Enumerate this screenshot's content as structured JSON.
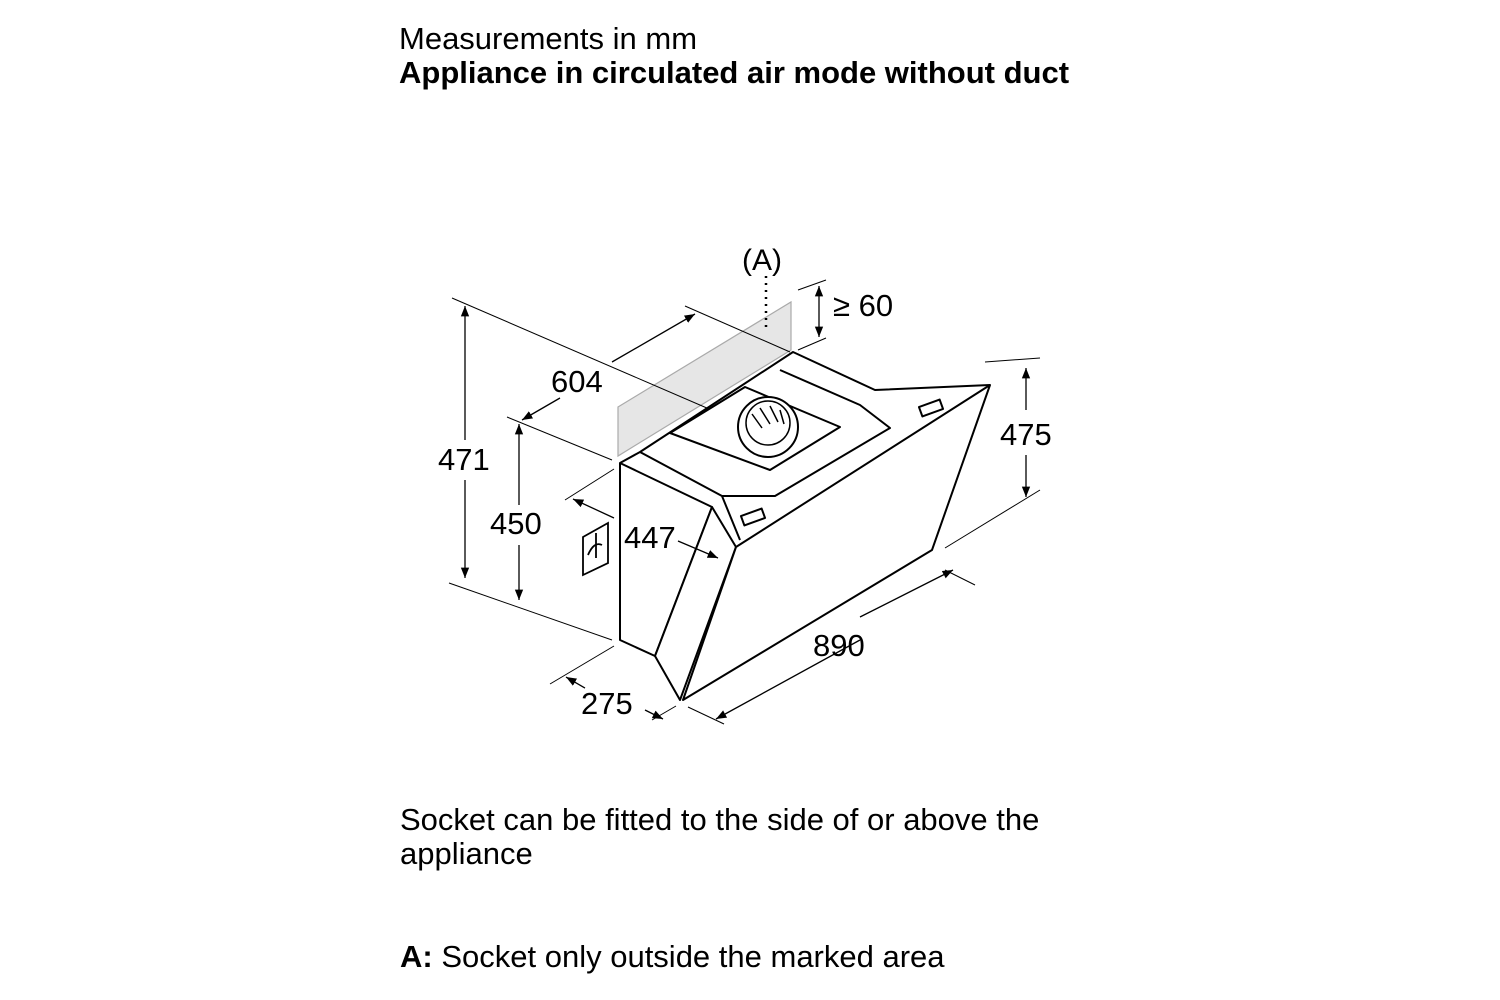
{
  "header": {
    "units": "Measurements in mm",
    "title": "Appliance in circulated air mode without duct"
  },
  "diagram": {
    "marker_a": "(A)",
    "dimensions": {
      "clearance": "≥ 60",
      "width_top": "604",
      "height_total": "471",
      "height_body": "450",
      "depth_top": "447",
      "height_right": "475",
      "width_glass": "890",
      "depth_bottom": "275"
    }
  },
  "notes": {
    "socket_note": "Socket can be fitted to the side of or above the appliance",
    "legend_key": "A:",
    "legend_text": "Socket only outside the marked area"
  }
}
